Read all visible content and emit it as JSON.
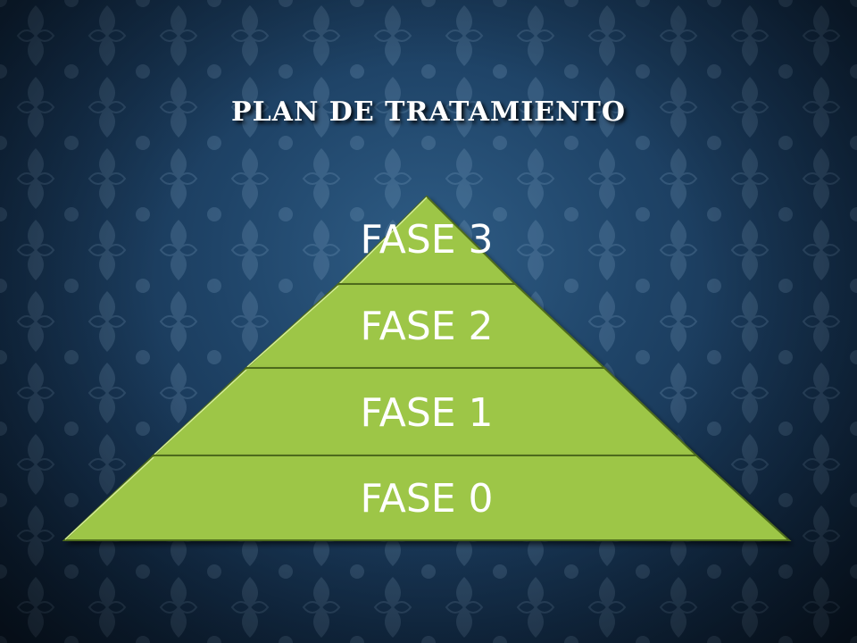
{
  "slide": {
    "title": "PLAN DE TRATAMIENTO",
    "tiers": [
      {
        "label": "FASE 3"
      },
      {
        "label": "FASE 2"
      },
      {
        "label": "FASE 1"
      },
      {
        "label": "FASE 0"
      }
    ]
  },
  "colors": {
    "background": "#1f4468",
    "tier_fill": "#9dc646",
    "tier_edge": "#4d6b1c",
    "title_text": "#ffffff"
  }
}
